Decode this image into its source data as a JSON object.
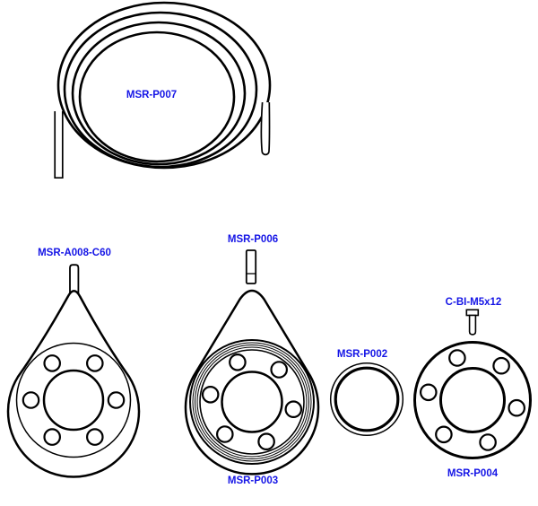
{
  "diagram": {
    "background_color": "#ffffff",
    "line_color": "#000000",
    "label_color": "#1515e6",
    "parts": [
      {
        "label": "MSR-P007",
        "shape": "coiled-tube"
      },
      {
        "label": "MSR-A008-C60",
        "shape": "flange-assembly-with-stem"
      },
      {
        "label": "MSR-P006",
        "shape": "small-cylinder-pin"
      },
      {
        "label": "MSR-P003",
        "shape": "flange-with-coil-rings"
      },
      {
        "label": "MSR-P002",
        "shape": "o-ring"
      },
      {
        "label": "C-BI-M5x12",
        "shape": "bolt"
      },
      {
        "label": "MSR-P004",
        "shape": "flange-plate"
      }
    ]
  }
}
